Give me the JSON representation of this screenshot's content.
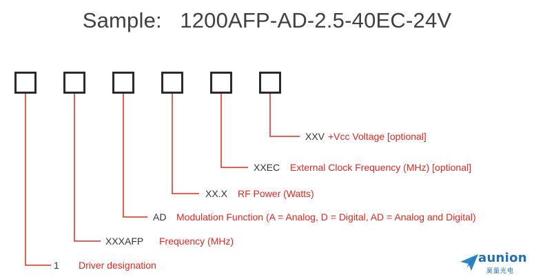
{
  "title": "Sample:   1200AFP-AD-2.5-40EC-24V",
  "fields": [
    {
      "code": "1",
      "description": "Driver designation"
    },
    {
      "code": "XXXAFP",
      "description": "Frequency (MHz)"
    },
    {
      "code": "AD",
      "description": "Modulation Function (A = Analog, D = Digital, AD = Analog and Digital)"
    },
    {
      "code": "XX.X",
      "description": "RF Power (Watts)"
    },
    {
      "code": "XXEC",
      "description": "External Clock Frequency (MHz) [optional]"
    },
    {
      "code": "XXV",
      "description": "+Vcc Voltage [optional]"
    }
  ],
  "colors": {
    "leader": "#e3261f",
    "box": "#2a2a2a",
    "title": "#404040",
    "brand": "#1f6fb4"
  },
  "logo": {
    "name": "aunion",
    "subtitle": "昊量光电",
    "icon": "paper-plane-icon"
  }
}
